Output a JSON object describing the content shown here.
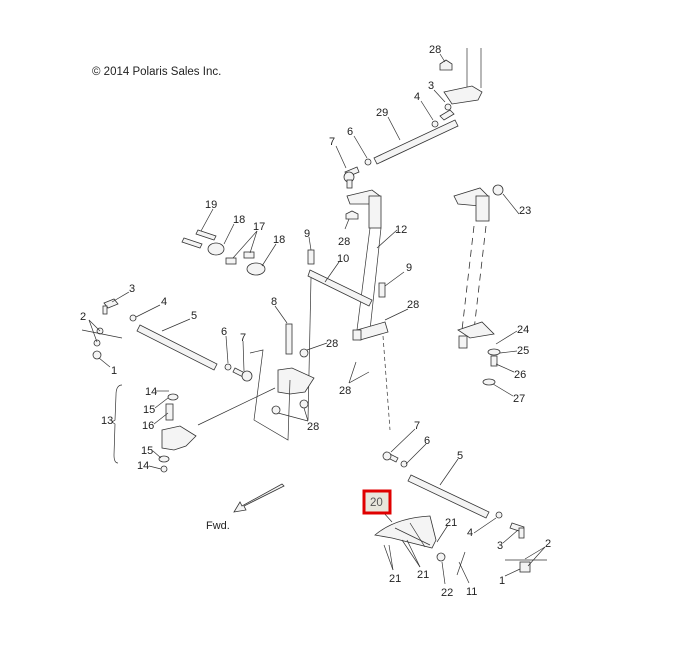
{
  "copyright": "© 2014 Polaris Sales Inc.",
  "direction_label": "Fwd.",
  "highlighted_callout": "20",
  "highlight_color": "#e00000",
  "callouts": [
    "28",
    "3",
    "4",
    "29",
    "6",
    "7",
    "19",
    "18",
    "17",
    "18",
    "9",
    "28",
    "12",
    "10",
    "9",
    "23",
    "3",
    "4",
    "5",
    "2",
    "1",
    "8",
    "6",
    "7",
    "28",
    "28",
    "28",
    "28",
    "24",
    "25",
    "26",
    "27",
    "13",
    "14",
    "15",
    "16",
    "15",
    "14",
    "7",
    "6",
    "5",
    "21",
    "4",
    "3",
    "2",
    "21",
    "21",
    "22",
    "11",
    "1"
  ]
}
